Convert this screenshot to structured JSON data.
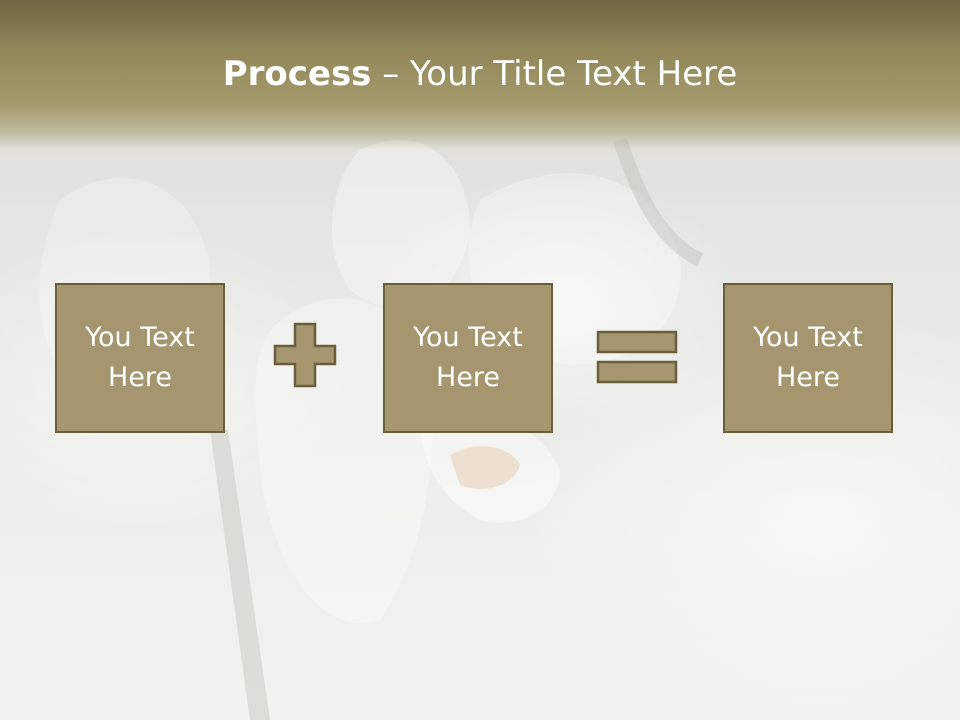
{
  "slide": {
    "title_bold": "Process",
    "title_rest": " – Your Title Text Here",
    "boxes": [
      {
        "text": "You Text Here"
      },
      {
        "text": "You Text Here"
      },
      {
        "text": "You Text Here"
      }
    ],
    "operators": [
      "plus-icon",
      "equals-icon"
    ],
    "colors": {
      "header": "#8f8456",
      "box_fill": "#a59670",
      "box_border": "#6a5f3c",
      "text": "#ffffff"
    }
  }
}
